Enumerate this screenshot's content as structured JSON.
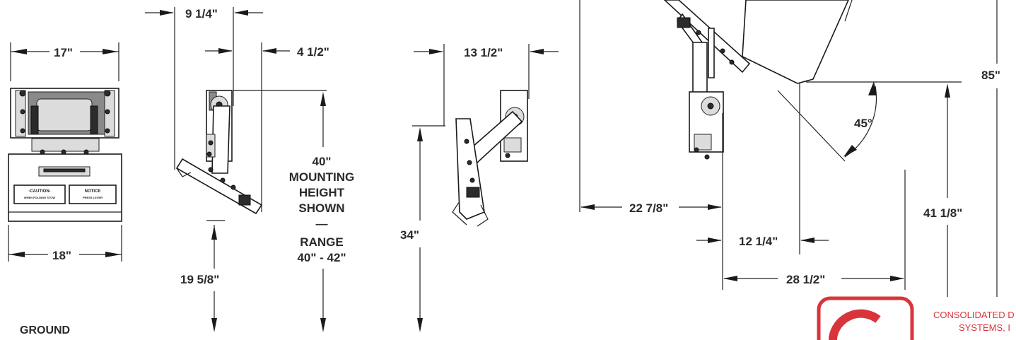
{
  "front_view": {
    "top_width": "17\"",
    "base_width": "18\"",
    "caution_label": "-CAUTION-",
    "notice_label": "NOTICE",
    "caution_fine_print": "WHEN FOLDING STOW",
    "notice_fine_print": "PRESS LEVER"
  },
  "side_view_stowed": {
    "top_offset": "9 1/4\"",
    "bracket_offset": "4 1/2\"",
    "mount_height_label": "19 5/8\""
  },
  "mounting_note": {
    "line1": "40\"",
    "line2": "MOUNTING",
    "line3": "HEIGHT",
    "line4": "SHOWN",
    "dash": "—",
    "line5": "RANGE",
    "line6": "40\" - 42\""
  },
  "side_view_folded": {
    "width": "13 1/2\"",
    "height": "34\""
  },
  "side_view_deployed": {
    "reach": "22 7/8\"",
    "angle": "45°",
    "seat_depth": "12 1/4\"",
    "projection": "28 1/2\"",
    "seat_height": "41 1/8\"",
    "overall_height": "85\""
  },
  "ground_label": "GROUND",
  "brand": {
    "line1": "CONSOLIDATED D",
    "line2": "SYSTEMS, I",
    "logo_color": "#d9343c"
  }
}
